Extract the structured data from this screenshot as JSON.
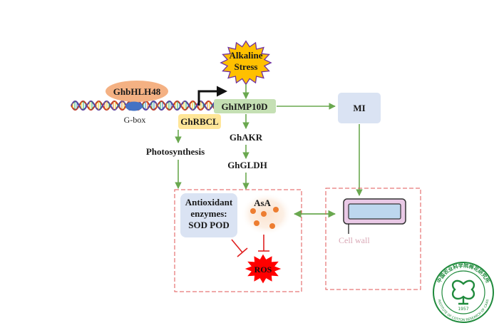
{
  "nodes": {
    "stress": "Alkaline Stress",
    "stress_line1": "Alkaline",
    "stress_line2": "Stress",
    "tf": "GhbHLH48",
    "gbox": "G-box",
    "imp": "GhIMP10D",
    "rbcl": "GhRBCL",
    "mi": "MI",
    "akr": "GhAKR",
    "gldh": "GhGLDH",
    "photosynthesis": "Photosynthesis",
    "antioxidant_line1": "Antioxidant",
    "antioxidant_line2": "enzymes:",
    "antioxidant_line3": "SOD POD",
    "asa": "AsA",
    "ros": "ROS",
    "cell_wall": "Cell wall"
  },
  "logo": {
    "text_cn": "中国农业科学院棉花研究所",
    "text_en": "INSTITUTE OF COTTON RESEARCH OF CAAS",
    "year": "1957"
  },
  "colors": {
    "arrow_green": "#6aa84f",
    "inhibit_red": "#e02020",
    "box_dash_red": "#e05555",
    "tf_orange": "#f4b183",
    "gbox_blue": "#4472c4",
    "imp_green": "#c5e0b4",
    "rbcl_yellow": "#ffe699",
    "mi_blue": "#dae3f3",
    "stress_gold": "#ffc000",
    "stress_edge": "#7030a0",
    "logo_green": "#1f8a3c"
  }
}
